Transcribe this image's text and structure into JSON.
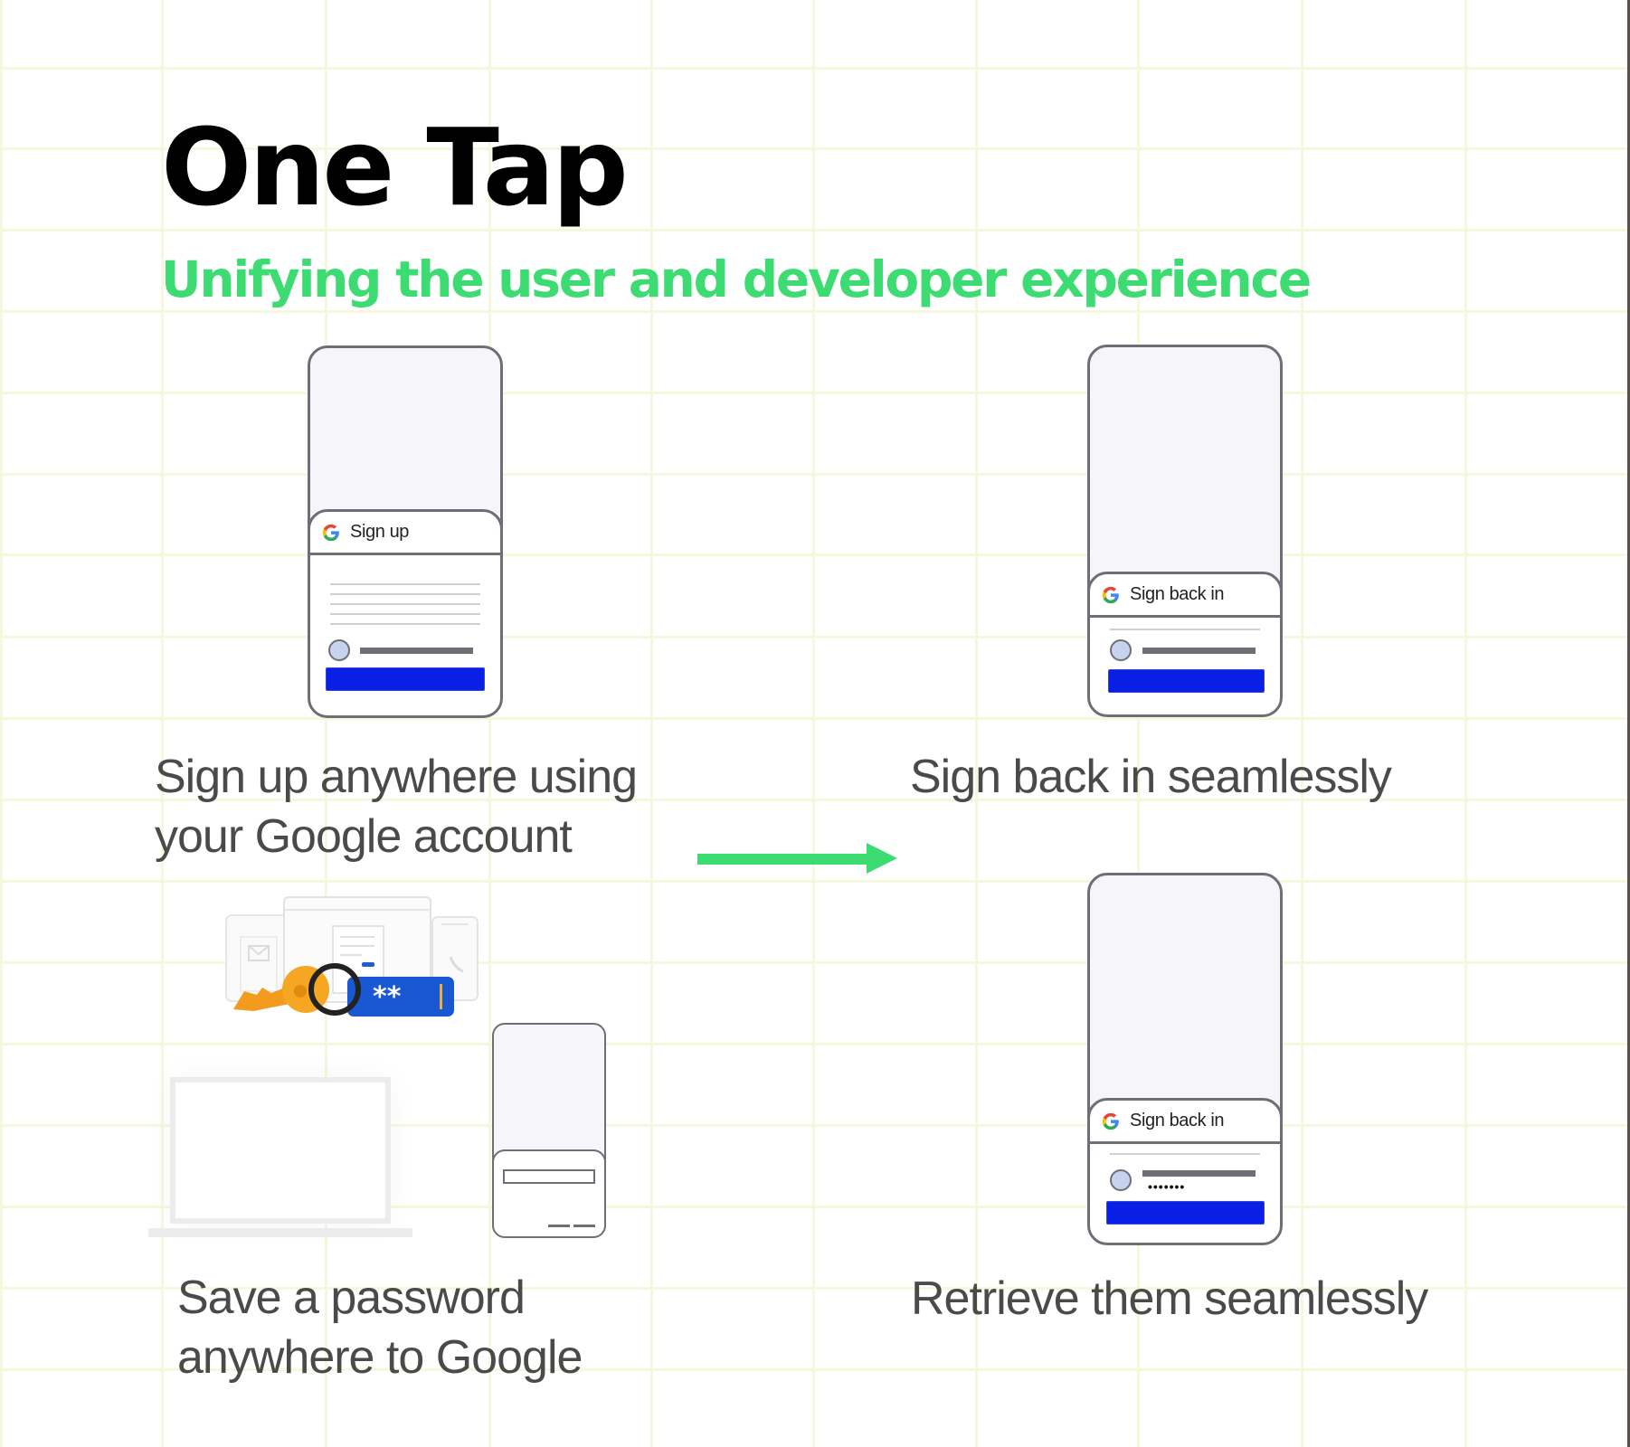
{
  "slide": {
    "title": "One Tap",
    "subtitle": "Unifying the user and developer experience",
    "accent_color": "#3ddc72",
    "caption_color": "#4a4a4a"
  },
  "panels": {
    "sign_up": {
      "sheet_title": "Sign up",
      "icon": "google-g-icon",
      "caption_line1": "Sign up anywhere using",
      "caption_line2": "your Google account"
    },
    "sign_back_in": {
      "sheet_title": "Sign back in",
      "icon": "google-g-icon",
      "caption": "Sign back in seamlessly"
    },
    "save_password": {
      "illustration": "key-ring-password-icon",
      "password_tag_text": "**",
      "caption_line1": "Save a password",
      "caption_line2": "anywhere to Google"
    },
    "retrieve": {
      "sheet_title": "Sign back in",
      "password_mask": "•••••••",
      "icon": "google-g-icon",
      "caption": "Retrieve them seamlessly"
    }
  },
  "flow_arrow": {
    "icon": "arrow-right-icon",
    "color": "#3ddc72"
  },
  "colors": {
    "cta_blue": "#0a1fe6",
    "phone_outline": "#6e6e76",
    "grid": "#f5f8dc"
  }
}
